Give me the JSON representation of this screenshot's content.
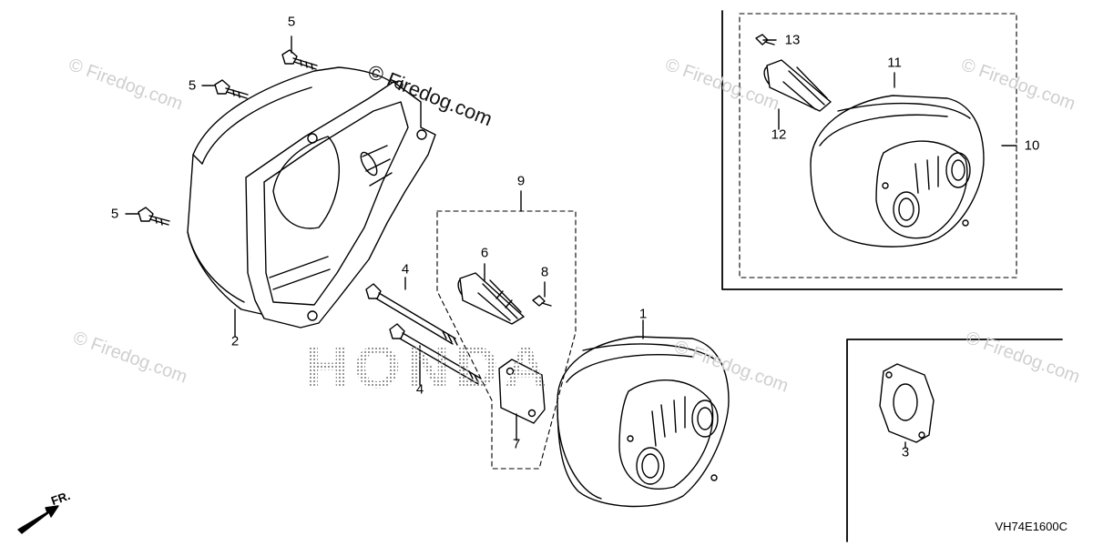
{
  "watermark": {
    "text": "© Firedog.com",
    "primary_text": "© Firedog.com"
  },
  "brand_watermark": "HONDA",
  "diagram_code": "VH74E1600C",
  "front_label": "FR.",
  "callouts": {
    "c1": "1",
    "c2": "2",
    "c3": "3",
    "c4a": "4",
    "c4b": "4",
    "c5a": "5",
    "c5b": "5",
    "c5c": "5",
    "c6": "6",
    "c7": "7",
    "c8": "8",
    "c9": "9",
    "c10": "10",
    "c11": "11",
    "c12": "12",
    "c13": "13"
  },
  "colors": {
    "line": "#000000",
    "watermark": "#cfcfcf",
    "dots": "#8d8d8d"
  }
}
